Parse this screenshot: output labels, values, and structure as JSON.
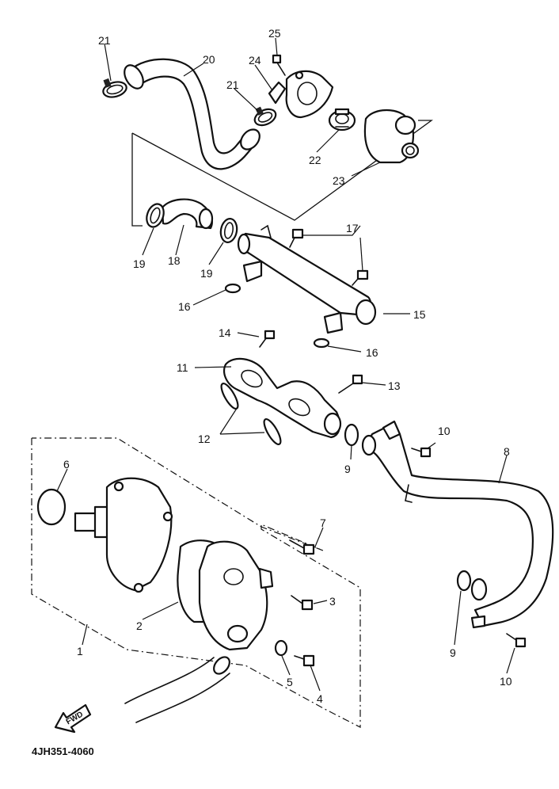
{
  "diagram": {
    "code": "4JH351-4060",
    "direction_label": "FWD",
    "callouts": [
      {
        "id": "c1",
        "text": "1"
      },
      {
        "id": "c2",
        "text": "2"
      },
      {
        "id": "c3",
        "text": "3"
      },
      {
        "id": "c4",
        "text": "4"
      },
      {
        "id": "c5",
        "text": "5"
      },
      {
        "id": "c6",
        "text": "6"
      },
      {
        "id": "c7",
        "text": "7"
      },
      {
        "id": "c8",
        "text": "8"
      },
      {
        "id": "c9a",
        "text": "9"
      },
      {
        "id": "c9b",
        "text": "9"
      },
      {
        "id": "c10a",
        "text": "10"
      },
      {
        "id": "c10b",
        "text": "10"
      },
      {
        "id": "c11",
        "text": "11"
      },
      {
        "id": "c12",
        "text": "12"
      },
      {
        "id": "c13",
        "text": "13"
      },
      {
        "id": "c14",
        "text": "14"
      },
      {
        "id": "c15",
        "text": "15"
      },
      {
        "id": "c16a",
        "text": "16"
      },
      {
        "id": "c16b",
        "text": "16"
      },
      {
        "id": "c17",
        "text": "17"
      },
      {
        "id": "c18",
        "text": "18"
      },
      {
        "id": "c19a",
        "text": "19"
      },
      {
        "id": "c19b",
        "text": "19"
      },
      {
        "id": "c20",
        "text": "20"
      },
      {
        "id": "c21a",
        "text": "21"
      },
      {
        "id": "c21b",
        "text": "21"
      },
      {
        "id": "c22",
        "text": "22"
      },
      {
        "id": "c23",
        "text": "23"
      },
      {
        "id": "c24",
        "text": "24"
      },
      {
        "id": "c25",
        "text": "25"
      }
    ]
  }
}
